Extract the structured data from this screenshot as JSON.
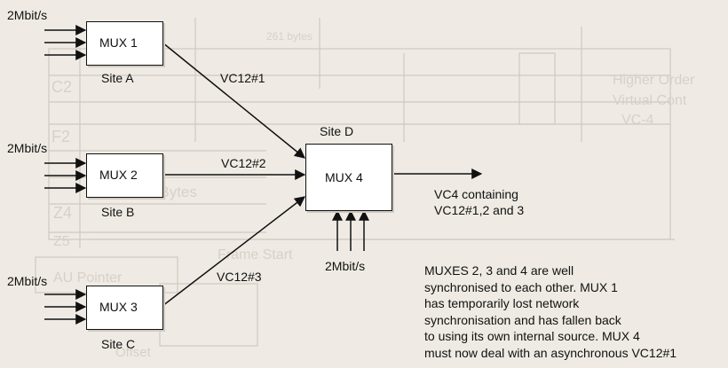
{
  "sites": {
    "a": {
      "mux_label": "MUX 1",
      "site_label": "Site A",
      "input_rate": "2Mbit/s"
    },
    "b": {
      "mux_label": "MUX 2",
      "site_label": "Site B",
      "input_rate": "2Mbit/s"
    },
    "c": {
      "mux_label": "MUX 3",
      "site_label": "Site C",
      "input_rate": "2Mbit/s"
    },
    "d": {
      "mux_label": "MUX 4",
      "site_label": "Site D",
      "input_rate": "2Mbit/s"
    }
  },
  "links": {
    "vc1": "VC12#1",
    "vc2": "VC12#2",
    "vc3": "VC12#3"
  },
  "output": {
    "line1": "VC4 containing",
    "line2": "VC12#1,2 and 3"
  },
  "note": {
    "lines": [
      "MUXES 2, 3 and 4 are well",
      "synchronised to each other. MUX 1",
      "has temporarily lost network",
      "synchronisation and has fallen back",
      "to using its own internal source. MUX 4",
      "must now deal with an asynchronous VC12#1"
    ]
  },
  "colors": {
    "background": "#efebe4",
    "ink": "#111111",
    "ghost": "#c9c4bb"
  }
}
